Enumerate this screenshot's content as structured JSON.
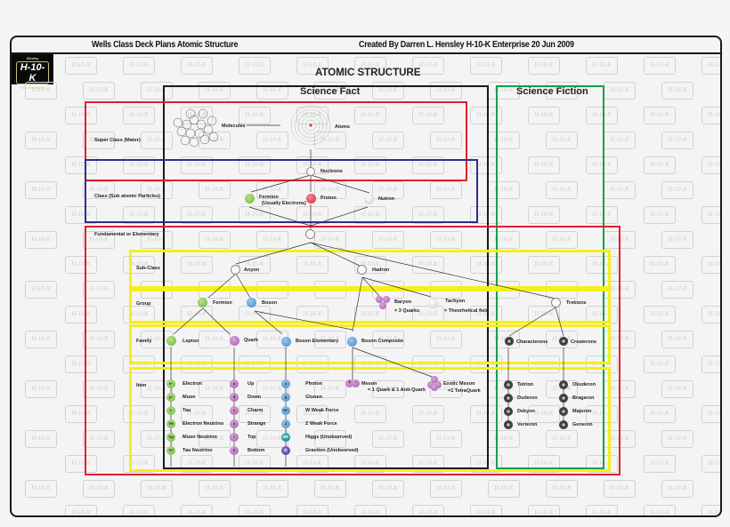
{
  "header": {
    "left_title": "Wells Class Deck Plans  Atomic Structure",
    "right_title": "Created By Darren L. Hensley H-10-K Enterprise 20 Jun 2009"
  },
  "logo": {
    "top": "Wesley",
    "main": "H-10-K",
    "bottom": "Ten Thousand"
  },
  "watermark": "H-10-K",
  "diagram": {
    "title": "ATOMIC STRUCTURE",
    "science_fact_label": "Science Fact",
    "science_fiction_label": "Science Fiction",
    "row_labels": {
      "super_class": "Super Class (Mater)",
      "class": "Class (Sub atomic Particles)",
      "fundamental": "Fundamental or Elementary",
      "sub_class": "Sub-Class",
      "group": "Group",
      "family": "Family",
      "item": "Item"
    },
    "super_class": {
      "molecules": "Molecules",
      "atoms": "Atoms"
    },
    "nucleons": "Nucleons",
    "class_nodes": {
      "fermion": "Fermion",
      "fermion_note": "(Usually Electrons)",
      "proton": "Proton",
      "neutron": "Nutron"
    },
    "sub_class": {
      "anyon": "Anyon",
      "hadron": "Hadron"
    },
    "group": {
      "fermion": "Fermion",
      "boson": "Boson",
      "baryon": "Baryon",
      "baryon_note": "= 3 Quarks",
      "tachyon": "Tachyon",
      "tachyon_note": "= Theorhetical field",
      "trekions": "Trekions"
    },
    "family": {
      "lepton": "Lepton",
      "quark": "Quark",
      "boson_elementary": "Boson Elementary",
      "boson_composite": "Boson Composite",
      "characterons": "Characterons",
      "createrons": "Createrons"
    },
    "leptons": [
      {
        "symbol": "e-",
        "name": "Electron"
      },
      {
        "symbol": "µ-",
        "name": "Muon"
      },
      {
        "symbol": "τ-",
        "name": "Tau"
      },
      {
        "symbol": "Ve",
        "name": "Electron Neutrino"
      },
      {
        "symbol": "Vµ",
        "name": "Muon Neutrino"
      },
      {
        "symbol": "Vτ",
        "name": "Tau Neutrino"
      }
    ],
    "quarks": [
      {
        "symbol": "u",
        "name": "Up"
      },
      {
        "symbol": "d",
        "name": "Down"
      },
      {
        "symbol": "c",
        "name": "Charm"
      },
      {
        "symbol": "s",
        "name": "Strange"
      },
      {
        "symbol": "t",
        "name": "Top"
      },
      {
        "symbol": "b",
        "name": "Bottom"
      }
    ],
    "bosons": [
      {
        "symbol": "γ",
        "name": "Photon"
      },
      {
        "symbol": "g",
        "name": "Gluoen"
      },
      {
        "symbol": "W-",
        "name": "W Weak Force"
      },
      {
        "symbol": "Z",
        "name": "Z Weak Force"
      },
      {
        "symbol": "H0",
        "name": "Higgs (Unobserved)"
      },
      {
        "symbol": "G",
        "name": "Graviton (Unobserved)"
      }
    ],
    "meson": {
      "name": "Meson",
      "note": "= 1 Quark & 1 Anti-Quark"
    },
    "exotic_meson": {
      "name": "Exotic Meson",
      "note": "=1 TetraQuark"
    },
    "characterons": [
      "Tetrion",
      "Duderon",
      "Dekyon",
      "Verteron"
    ],
    "createrons": [
      "Okuderon",
      "Bragaron",
      "Majoron",
      "Generon"
    ]
  },
  "colors": {
    "super_class_box": "#e0202e",
    "class_box": "#2b2f8f",
    "fundamental_box": "#e0202e",
    "level_boxes": "#f5ef1a",
    "science_fact_box": "#1a1a1a",
    "science_fiction_box": "#14a04a"
  }
}
